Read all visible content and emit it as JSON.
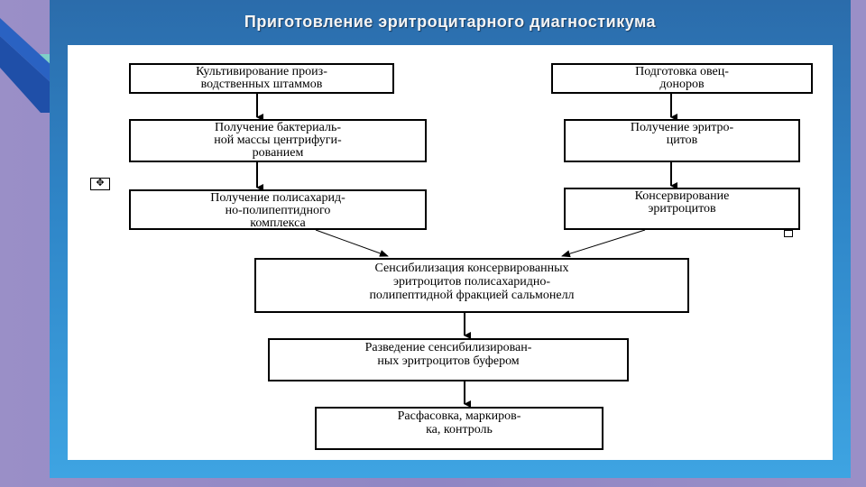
{
  "slide": {
    "title": "Приготовление эритроцитарного диагностикума"
  },
  "flowchart": {
    "left_column": [
      "Культивирование произ-\nводственных штаммов",
      "Получение бактериаль-\nной массы центрифуги-\nрованием",
      "Получение полисахарид-\nно-полипептидного\nкомплекса"
    ],
    "right_column": [
      "Подготовка овец-\nдоноров",
      "Получение эритро-\nцитов",
      "Консервирование\nэритроцитов"
    ],
    "merged_steps": [
      "Сенсибилизация  консервированных\nэритроцитов  полисахаридно-\nполипептидной фракцией сальмонелл",
      "Разведение сенсибилизирован-\nных эритроцитов буфером",
      "Расфасовка, маркиров-\nка,  контроль"
    ]
  },
  "colors": {
    "frame_top": "#2b6cab",
    "frame_bottom": "#3ea4e2",
    "background": "#9a8fc7",
    "title_text": "#f4f4f4"
  },
  "icons": {
    "table_move_handle": "four-way-arrow-icon"
  }
}
